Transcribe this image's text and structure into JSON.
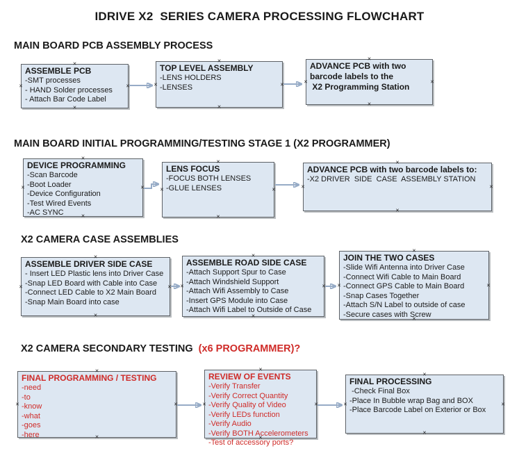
{
  "title": "IDRIVE X2  SERIES CAMERA PROCESSING FLOWCHART",
  "icons": {
    "selection_handle": "×"
  },
  "colors": {
    "box_fill": "#dde7f2",
    "box_border": "#5d6166",
    "red_text": "#cf2b28",
    "arrow_line": "#96abc6",
    "arrow_head": "#2c4a72",
    "text": "#1a1a1a"
  },
  "sections": [
    {
      "label": "MAIN BOARD PCB ASSEMBLY PROCESS",
      "boxes": [
        {
          "title": "ASSEMBLE PCB",
          "lines": [
            "-SMT processes",
            "- HAND Solder processes",
            "- Attach Bar Code Label"
          ]
        },
        {
          "title": "TOP LEVEL ASSEMBLY",
          "lines": [
            "-LENS HOLDERS",
            "-LENSES"
          ]
        },
        {
          "title": "ADVANCE PCB with two\nbarcode labels to the\n X2 Programming Station",
          "lines": []
        }
      ]
    },
    {
      "label": "MAIN BOARD INITIAL PROGRAMMING/TESTING STAGE 1 (X2 PROGRAMMER)",
      "boxes": [
        {
          "title": "DEVICE PROGRAMMING",
          "lines": [
            "-Scan Barcode",
            "-Boot Loader",
            "-Device Configuration",
            "-Test Wired Events",
            "-AC SYNC"
          ]
        },
        {
          "title": "LENS FOCUS",
          "lines": [
            "-FOCUS BOTH LENSES",
            "-GLUE LENSES"
          ]
        },
        {
          "title": "ADVANCE PCB with two barcode labels to:",
          "lines": [
            "-X2 DRIVER  SIDE  CASE  ASSEMBLY STATION"
          ]
        }
      ]
    },
    {
      "label": "X2 CAMERA CASE ASSEMBLIES",
      "boxes": [
        {
          "title": "ASSEMBLE DRIVER SIDE CASE",
          "lines": [
            "- Insert LED Plastic lens into Driver Case",
            "-Snap LED Board with Cable into Case",
            "-Connect LED Cable to X2 Main Board",
            "-Snap Main Board into case"
          ]
        },
        {
          "title": "ASSEMBLE ROAD SIDE CASE",
          "lines": [
            "-Attach Support Spur to Case",
            "-Attach Windshield Support",
            "-Attach Wifi Assembly to Case",
            "-Insert GPS Module into Case",
            "-Attach Wifi Label to Outside of Case"
          ]
        },
        {
          "title": "JOIN THE TWO CASES",
          "lines": [
            "-Slide Wifi Antenna into Driver Case",
            "-Connect Wifi Cable to Main Board",
            "-Connect GPS Cable to Main Board",
            "-Snap Cases Together",
            "-Attach S/N Label to outside of case",
            "-Secure cases with Screw"
          ]
        }
      ]
    },
    {
      "label": "X2 CAMERA SECONDARY TESTING  ",
      "label_red": "(x6 PROGRAMMER)?",
      "boxes": [
        {
          "title": "FINAL PROGRAMMING / TESTING",
          "lines": [
            "-need",
            "-to",
            "-know",
            "-what",
            "-goes",
            "-here"
          ]
        },
        {
          "title": "REVIEW OF EVENTS",
          "lines": [
            "-Verify Transfer",
            "-Verify Correct Quantity",
            "-Verify Quality of Video",
            "-Verify LEDs function",
            "-Verify Audio",
            "-Verify BOTH Accelerometers",
            "-Test of accessory ports?"
          ]
        },
        {
          "title": "FINAL PROCESSING",
          "lines": [
            " -Check Final Box",
            "-Place In Bubble wrap Bag and BOX",
            "-Place Barcode Label on Exterior or Box"
          ]
        }
      ]
    }
  ]
}
